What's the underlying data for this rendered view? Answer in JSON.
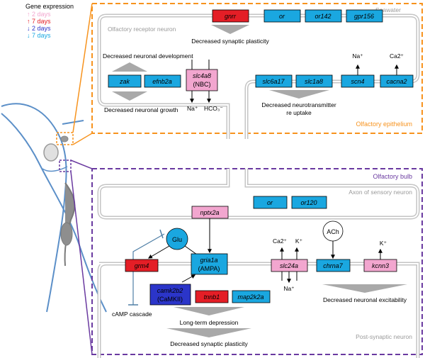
{
  "legend": {
    "title": "Gene expression",
    "items": [
      {
        "arrow": "↑",
        "label": "2 days",
        "color": "#f2a6cf"
      },
      {
        "arrow": "↑",
        "label": "7 days",
        "color": "#e41e26"
      },
      {
        "arrow": "↓",
        "label": "2 days",
        "color": "#2b35c9"
      },
      {
        "arrow": "↓",
        "label": "7 days",
        "color": "#1aa7e0"
      }
    ]
  },
  "colors": {
    "up2": "#f2a6cf",
    "up7": "#e41e26",
    "down2": "#2b35c9",
    "down7": "#1aa7e0",
    "epithelium_frame": "#f7931e",
    "bulb_frame": "#6a3aa0",
    "membrane": "#b8b8b8",
    "fish_outline": "#5b8fc8"
  },
  "epithelium": {
    "region_label": "Olfactory epithelium",
    "seawater_label": "Seawater",
    "neuron_label": "Olfactory receptor neuron",
    "genes_top": [
      "gnrr",
      "or",
      "or142",
      "gpr156"
    ],
    "genes_membrane": [
      "zak",
      "efnb2a",
      "slc6a17",
      "slc1a8",
      "scn4",
      "cacna2"
    ],
    "nbc_gene": "slc4a8",
    "nbc_sub": "(NBC)",
    "ions": {
      "na_out": "Na⁺",
      "hco3_out": "HCO₃⁻",
      "na_in": "Na⁺",
      "ca_in": "Ca2⁺"
    },
    "effects": {
      "synaptic": "Decreased synaptic plasticity",
      "development": "Decreased neuronal development",
      "growth": "Decreased neuronal growth",
      "reuptake_line1": "Decreased neurotransmitter",
      "reuptake_line2": "re uptake"
    }
  },
  "bulb": {
    "region_label": "Olfactory bulb",
    "axon_label": "Axon of sensory neuron",
    "postsynaptic_label": "Post-synaptic neuron",
    "axon_genes": [
      "or",
      "or120"
    ],
    "nptx": "nptx2a",
    "glu": "Glu",
    "ach": "ACh",
    "grm4": "grm4",
    "gria_gene": "gria1a",
    "gria_sub": "(AMPA)",
    "camk_gene": "camk2b2",
    "camk_sub": "(CaMKII)",
    "tnnb": "tnnb1",
    "map": "map2k2a",
    "slc24": "slc24a",
    "chrna": "chrna7",
    "kcnn": "kcnn3",
    "ions": {
      "ca": "Ca2⁺",
      "k": "K⁺",
      "na": "Na⁺",
      "k2": "K⁺"
    },
    "effects": {
      "camp": "cAMP cascade",
      "ltd": "Long-term depression",
      "synaptic": "Decreased synaptic plasticity",
      "excitability": "Decreased neuronal excitability"
    }
  }
}
